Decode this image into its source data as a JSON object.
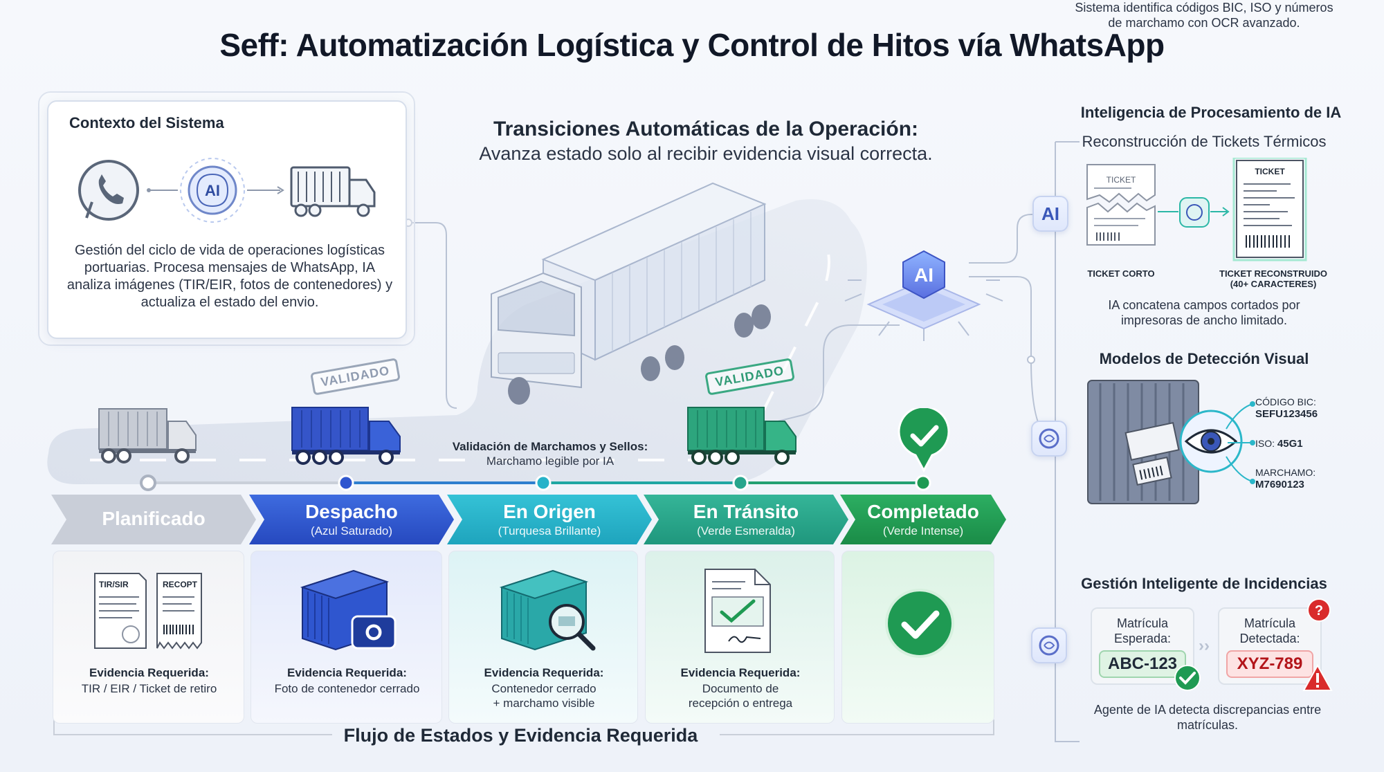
{
  "title": "Seff: Automatización Logística y Control de Hitos vía WhatsApp",
  "context": {
    "heading": "Contexto del Sistema",
    "ai_label": "AI",
    "description": "Gestión del ciclo de vida de operaciones logísticas portuarias. Procesa mensajes de WhatsApp, IA analiza imágenes (TIR/EIR, fotos de contenedores) y actualiza el estado del envio."
  },
  "transitions": {
    "title": "Transiciones Automáticas de la Operación:",
    "subtitle": "Avanza estado solo al recibir evidencia visual correcta."
  },
  "stamps": [
    "VALIDADO",
    "VALIDADO"
  ],
  "central_ai_label": "AI",
  "marchamo_note": {
    "title": "Validación de Marchamos y Sellos:",
    "subtitle": "Marchamo legible por IA"
  },
  "states": [
    {
      "label": "Planificado",
      "sub": "",
      "color": "#c5cbd5"
    },
    {
      "label": "Despacho",
      "sub": "(Azul Saturado)",
      "color": "#2f56cf"
    },
    {
      "label": "En Origen",
      "sub": "(Turquesa Brillante)",
      "color": "#27b2c9"
    },
    {
      "label": "En Tránsito",
      "sub": "(Verde Esmeralda)",
      "color": "#27a58c"
    },
    {
      "label": "Completado",
      "sub": "(Verde Intense)",
      "color": "#1f9a53"
    }
  ],
  "evidence": [
    {
      "title": "Evidencia Requerida:",
      "text": "TIR / EIR / Ticket de retiro",
      "doc1": "TIR/SIR",
      "doc2": "RECOPT"
    },
    {
      "title": "Evidencia Requerida:",
      "text": "Foto de contenedor cerrado"
    },
    {
      "title": "Evidencia Requerida:",
      "text": "Contenedor cerrado\n+ marchamo visible"
    },
    {
      "title": "Evidencia Requerida:",
      "text": "Documento de\nrecepción o entrega"
    }
  ],
  "flow_label": "Flujo de Estados y Evidencia Requerida",
  "right_panel": {
    "ai_heading": "Inteligencia de Procesamiento de IA",
    "ai_sub": "Reconstrucción de Tickets Térmicos",
    "ai_badge": "AI",
    "ticket_word": "TICKET",
    "ticket_short": "TICKET CORTO",
    "ticket_rebuilt": "TICKET RECONSTRUIDO\n(40+ CARACTERES)",
    "ai_note": "IA concatena campos cortados por impresoras de ancho limitado.",
    "vision_heading": "Modelos de Detección Visual",
    "bic_label": "CÓDIGO BIC:",
    "bic_value": "SEFU123456",
    "iso_label": "ISO:",
    "iso_value": "45G1",
    "seal_label": "MARCHAMO:",
    "seal_value": "M7690123",
    "vision_note": "Sistema identifica códigos BIC, ISO y números de marchamo con OCR avanzado.",
    "incident_heading": "Gestión Inteligente de Incidencias",
    "expected_label": "Matrícula\nEsperada:",
    "expected_value": "ABC-123",
    "detected_label": "Matrícula\nDetectada:",
    "detected_value": "XYZ-789",
    "incident_note": "Agente de IA detecta discrepancias entre matrículas."
  }
}
